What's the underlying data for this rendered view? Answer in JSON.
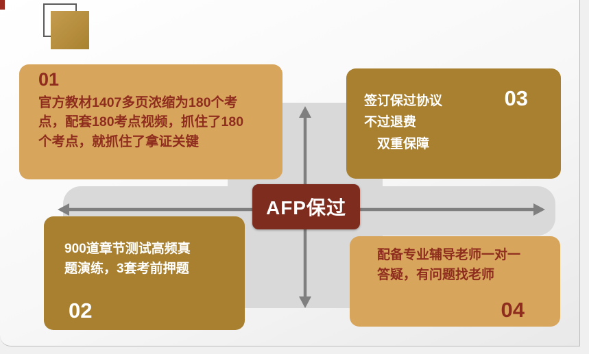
{
  "slide": {
    "center": {
      "label": "AFP保过"
    },
    "quadrants": [
      {
        "number": "01",
        "text": "官方教材1407多页浓缩为180个考点，配套180考点视频，抓住了180个考点，就抓住了拿证关键",
        "style": "light-gold"
      },
      {
        "number": "02",
        "text": "900道章节测试高频真题演练，3套考前押题",
        "style": "dark-gold"
      },
      {
        "number": "03",
        "text": "签订保过协议\n不过退费\n　双重保障",
        "style": "dark-gold"
      },
      {
        "number": "04",
        "text": "配备专业辅导老师一对一答疑，有问题找老师",
        "style": "light-gold"
      }
    ],
    "colors": {
      "light_gold": "#d8a55c",
      "dark_gold": "#a8802f",
      "dark_red_text": "#8e2d1e",
      "center_maroon": "#7e2c1e",
      "arrow_gray": "#7f7f7f",
      "band_gray": "#d9d9d9",
      "accent_red": "#9e2b1f"
    }
  }
}
